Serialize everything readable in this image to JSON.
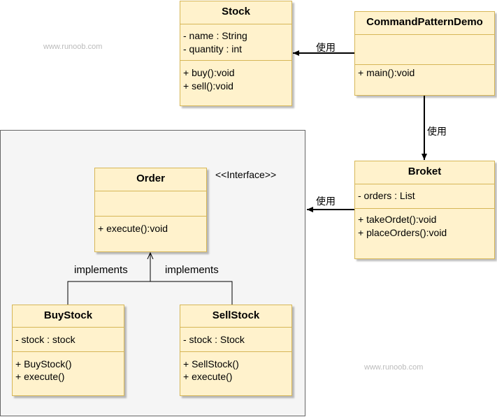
{
  "watermarks": [
    "www.runoob.com",
    "www.runoob.com"
  ],
  "interface_stereotype": "<<Interface>>",
  "edge_labels": {
    "demo_to_stock": "使用",
    "demo_to_broket": "使用",
    "broket_to_group": "使用",
    "implements_left": "implements",
    "implements_right": "implements"
  },
  "classes": {
    "stock": {
      "name": "Stock",
      "attributes": [
        "- name : String",
        "- quantity : int"
      ],
      "methods": [
        "+ buy():void",
        "+ sell():void"
      ]
    },
    "command_pattern_demo": {
      "name": "CommandPatternDemo",
      "attributes": [],
      "methods": [
        "+ main():void"
      ]
    },
    "broket": {
      "name": "Broket",
      "attributes": [
        "- orders : List"
      ],
      "methods": [
        "+ takeOrdet():void",
        "+ placeOrders():void"
      ]
    },
    "order": {
      "name": "Order",
      "attributes": [],
      "methods": [
        "+ execute():void"
      ]
    },
    "buy_stock": {
      "name": "BuyStock",
      "attributes": [
        "- stock : stock"
      ],
      "methods": [
        "+ BuyStock()",
        "+ execute()"
      ]
    },
    "sell_stock": {
      "name": "SellStock",
      "attributes": [
        "- stock : Stock"
      ],
      "methods": [
        "+ SellStock()",
        "+ execute()"
      ]
    }
  }
}
